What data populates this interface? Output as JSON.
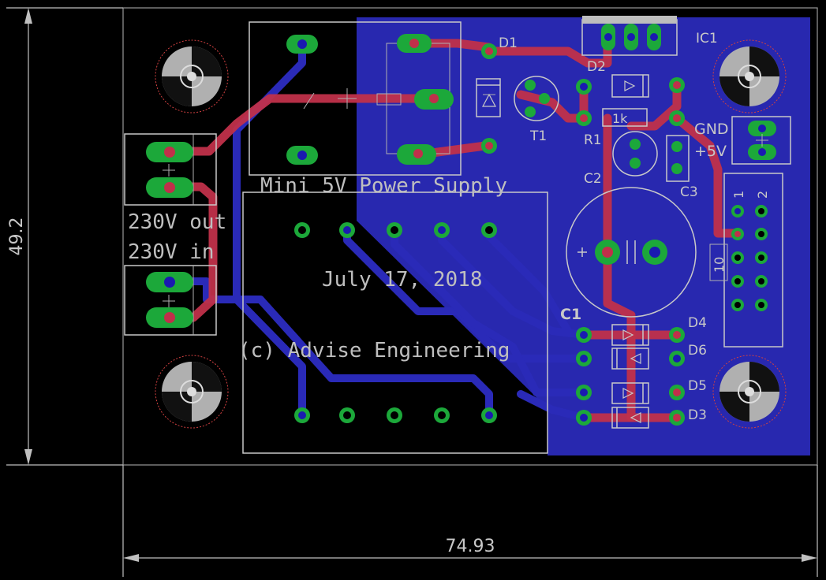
{
  "dimensions": {
    "height_label": "49.2",
    "width_label": "74.93"
  },
  "board_texts": {
    "title": "Mini 5V Power Supply",
    "date": "July 17, 2018",
    "copyright": "(c) Advise Engineering",
    "out_label": "230V out",
    "in_label": "230V in",
    "gnd_label": "GND",
    "v5_label": "+5V",
    "r1_value": "1k"
  },
  "parts": {
    "d1": "D1",
    "d2": "D2",
    "d3": "D3",
    "d4": "D4",
    "d5": "D5",
    "d6": "D6",
    "ic1": "IC1",
    "t1": "T1",
    "r1": "R1",
    "c1": "C1",
    "c2": "C2",
    "c3": "C3"
  },
  "header_pins": {
    "pin1": "1",
    "pin2": "2",
    "pin10": "10"
  },
  "colors": {
    "background": "#000000",
    "bottom_copper": "#2a2ab8",
    "top_copper": "#c0304a",
    "pad": "#1ca83a",
    "silkscreen": "#c8c8c8"
  }
}
